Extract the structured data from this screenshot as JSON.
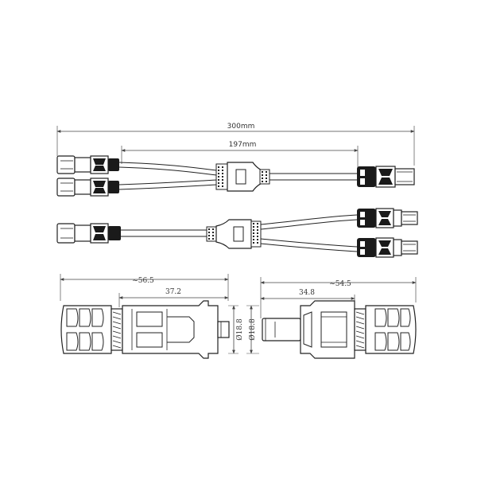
{
  "dimensions": {
    "overall_length": "300mm",
    "branch_length": "197mm",
    "male_total": "~56.5",
    "male_partial": "37.2",
    "male_diameter": "Ø18.8",
    "female_total": "~54.5",
    "female_partial": "34.8",
    "female_diameter": "Ø18.8"
  },
  "components": {
    "upper_assembly": "Y-branch cable, 2 inputs to 1 output",
    "lower_assembly": "Y-branch cable, 1 input to 2 outputs",
    "detail_left": "male connector side view",
    "detail_right": "female connector side view"
  }
}
